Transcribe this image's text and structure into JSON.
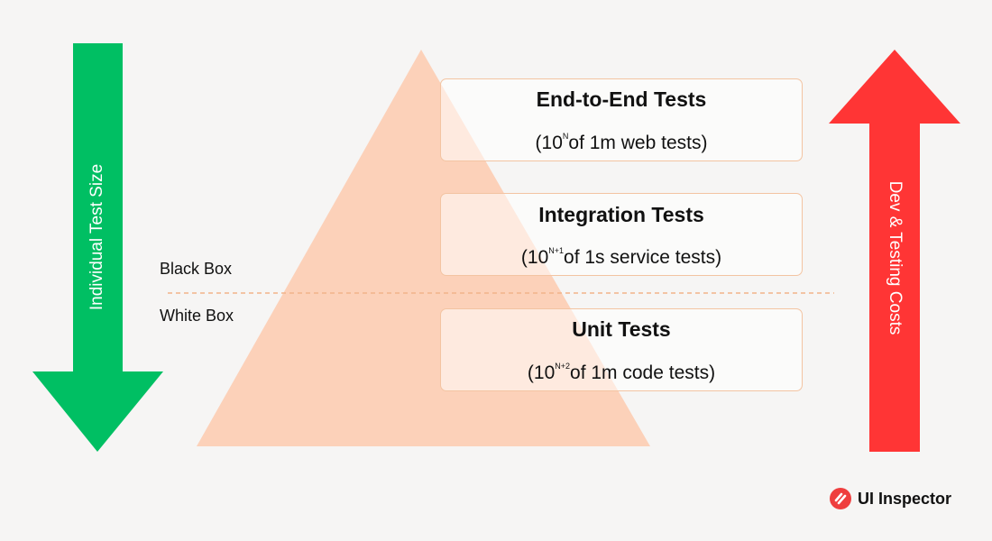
{
  "colors": {
    "background": "#f6f5f4",
    "pyramid": "#fcd1b9",
    "left_arrow": "#00bf63",
    "right_arrow": "#ff3535",
    "box_border": "#f3c4a2",
    "divider": "#f2b48a",
    "logo": "#ef3e3e"
  },
  "left_arrow": {
    "label": "Individual Test Size",
    "direction": "down"
  },
  "right_arrow": {
    "label": "Dev & Testing Costs",
    "direction": "up"
  },
  "zones": {
    "top": "Black Box",
    "bottom": "White Box"
  },
  "layers": [
    {
      "title": "End-to-End Tests",
      "prefix": "(10",
      "exponent": "N",
      "suffix": "of 1m web tests)"
    },
    {
      "title": "Integration Tests",
      "prefix": "(10",
      "exponent": "N+1",
      "suffix": "of 1s service tests)"
    },
    {
      "title": "Unit Tests",
      "prefix": "(10",
      "exponent": "N+2",
      "suffix": "of 1m code tests)"
    }
  ],
  "brand": {
    "name": "UI Inspector",
    "icon": "slash-logo-icon"
  }
}
